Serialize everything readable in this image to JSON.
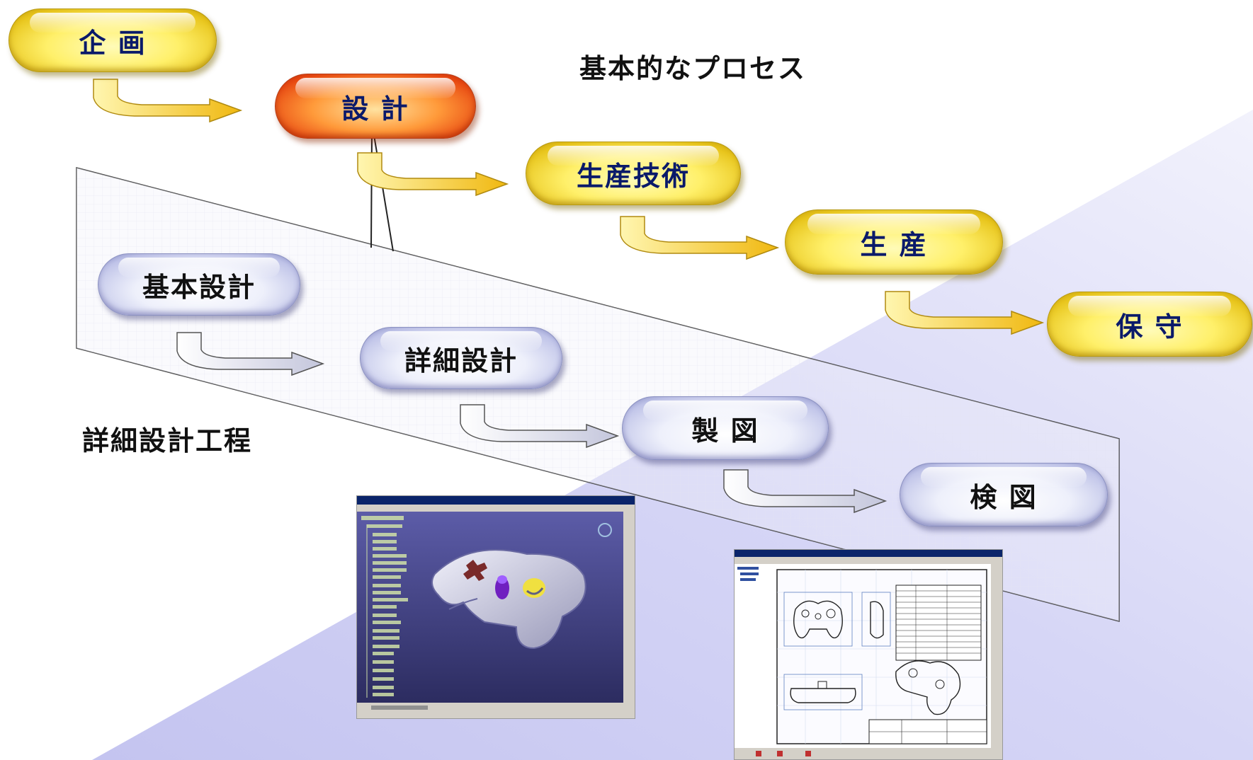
{
  "title": "基本的なプロセス",
  "subtitle": "詳細設計工程",
  "main_process": [
    {
      "id": "plan",
      "label": "企 画"
    },
    {
      "id": "design",
      "label": "設 計"
    },
    {
      "id": "production_engineering",
      "label": "生産技術"
    },
    {
      "id": "production",
      "label": "生 産"
    },
    {
      "id": "maintenance",
      "label": "保 守"
    }
  ],
  "detail_process": [
    {
      "id": "basic_design",
      "label": "基本設計"
    },
    {
      "id": "detailed_design",
      "label": "詳細設計"
    },
    {
      "id": "drafting",
      "label": "製 図"
    },
    {
      "id": "inspection",
      "label": "検 図"
    }
  ],
  "colors": {
    "main_pill": "#fff06a",
    "highlight_pill": "#ff9a3a",
    "detail_pill": "#eef0fb",
    "text": "#0a1a6a",
    "background_band": "#c8c8f0",
    "cad_viewport": "#3c3c78"
  },
  "screenshots": [
    {
      "id": "cad_3d_model",
      "description_icon": "gamepad-3d-model-icon"
    },
    {
      "id": "cad_drawing",
      "description_icon": "gamepad-drawing-icon"
    }
  ]
}
